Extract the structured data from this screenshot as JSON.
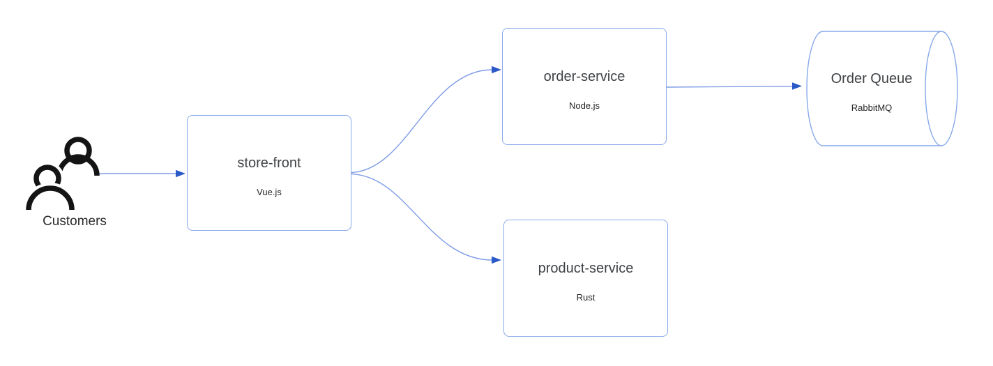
{
  "diagram": {
    "colors": {
      "background": "#ffffff",
      "shape_border": "#87a9ea",
      "edge_line": "#7e9ce6",
      "arrowhead": "#2b59c8",
      "title_text": "#3f4245",
      "subtitle_text": "#262626",
      "actor_icon": "#141414"
    },
    "nodes": [
      {
        "id": "customers",
        "type": "actor",
        "icon": "people-icon",
        "label": "Customers"
      },
      {
        "id": "store-front",
        "type": "service-box",
        "title": "store-front",
        "subtitle": "Vue.js"
      },
      {
        "id": "order-service",
        "type": "service-box",
        "title": "order-service",
        "subtitle": "Node.js"
      },
      {
        "id": "product-service",
        "type": "service-box",
        "title": "product-service",
        "subtitle": "Rust"
      },
      {
        "id": "order-queue",
        "type": "queue-cylinder",
        "title": "Order Queue",
        "subtitle": "RabbitMQ"
      }
    ],
    "edges": [
      {
        "from": "customers",
        "to": "store-front",
        "style": "straight-arrow"
      },
      {
        "from": "store-front",
        "to": "order-service",
        "style": "curved-arrow"
      },
      {
        "from": "store-front",
        "to": "product-service",
        "style": "curved-arrow"
      },
      {
        "from": "order-service",
        "to": "order-queue",
        "style": "straight-arrow"
      }
    ]
  }
}
